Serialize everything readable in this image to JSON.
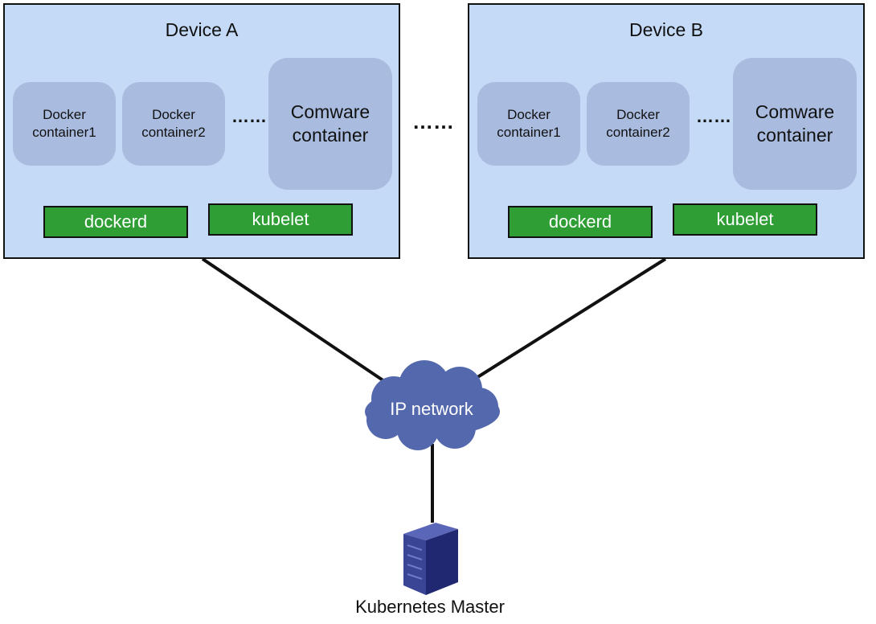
{
  "devices": [
    {
      "title": "Device A",
      "containers": [
        {
          "line1": "Docker",
          "line2": "container1"
        },
        {
          "line1": "Docker",
          "line2": "container2"
        }
      ],
      "ellipsis": "……",
      "comware": {
        "line1": "Comware",
        "line2": "container"
      },
      "dockerd_label": "dockerd",
      "kubelet_label": "kubelet"
    },
    {
      "title": "Device B",
      "containers": [
        {
          "line1": "Docker",
          "line2": "container1"
        },
        {
          "line1": "Docker",
          "line2": "container2"
        }
      ],
      "ellipsis": "……",
      "comware": {
        "line1": "Comware",
        "line2": "container"
      },
      "dockerd_label": "dockerd",
      "kubelet_label": "kubelet"
    }
  ],
  "between_devices_ellipsis": "……",
  "network": {
    "label": "IP network"
  },
  "master": {
    "label": "Kubernetes Master",
    "icon": "server-icon"
  },
  "colors": {
    "device_bg": "#c5daf6",
    "container_bg": "#a9bcdf",
    "daemon_bg": "#2e9e35",
    "cloud": "#5468ad",
    "server": "#2a347f"
  }
}
